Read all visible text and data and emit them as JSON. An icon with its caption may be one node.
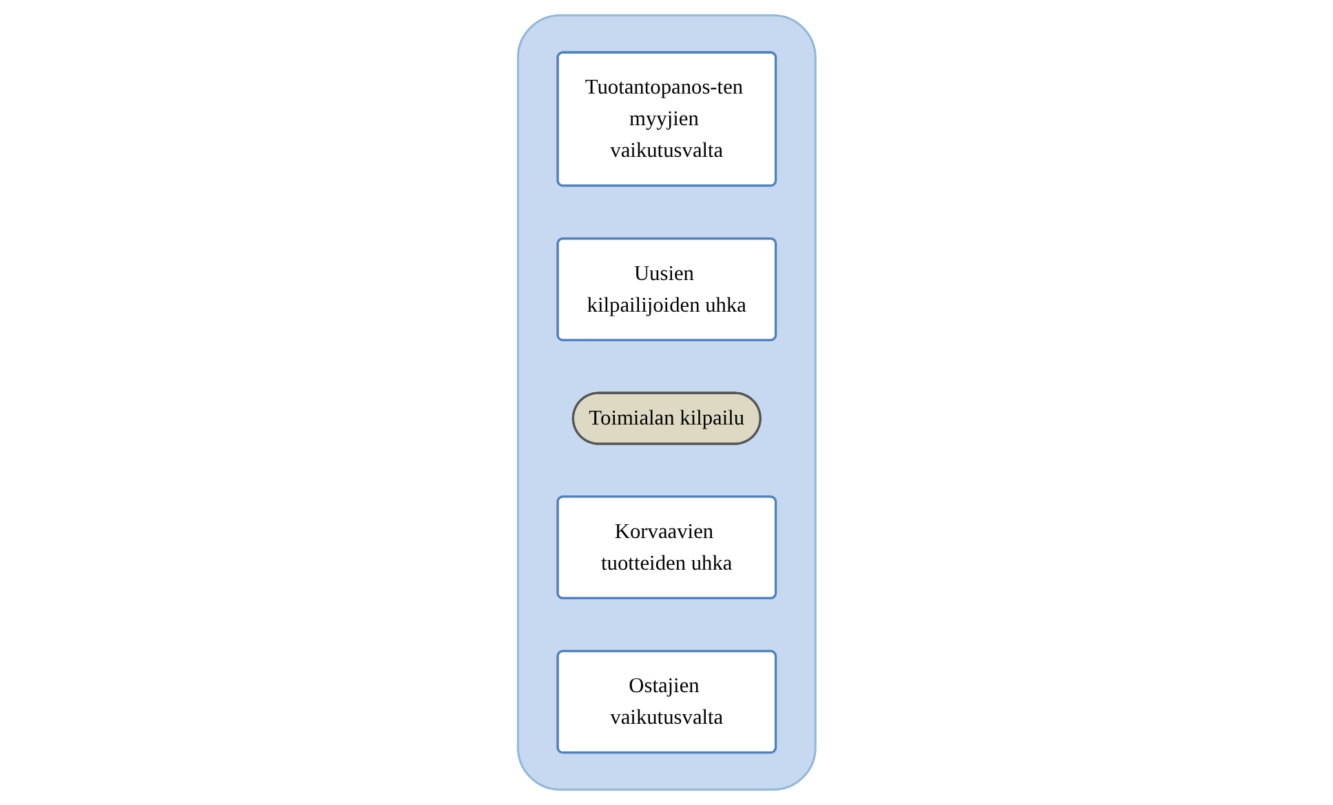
{
  "diagram": {
    "nodes": [
      {
        "text": [],
        "shape": "box"
      },
      {
        "text": [
          "Tuotantopanos-ten myyjien vaikutusvalta"
        ],
        "in": 0
      },
      {
        "text": [
          "Uusien kilpailijoiden uhka"
        ],
        "in": 0
      },
      {
        "text": [
          "Toimialan kilpailu"
        ],
        "in": 0
      },
      {
        "text": [
          "Korvaavien tuotteiden uhka"
        ],
        "in": 0
      },
      {
        "text": [
          "Ostajien vaikutusvalta"
        ],
        "in": 0
      }
    ],
    "edges": []
  }
}
